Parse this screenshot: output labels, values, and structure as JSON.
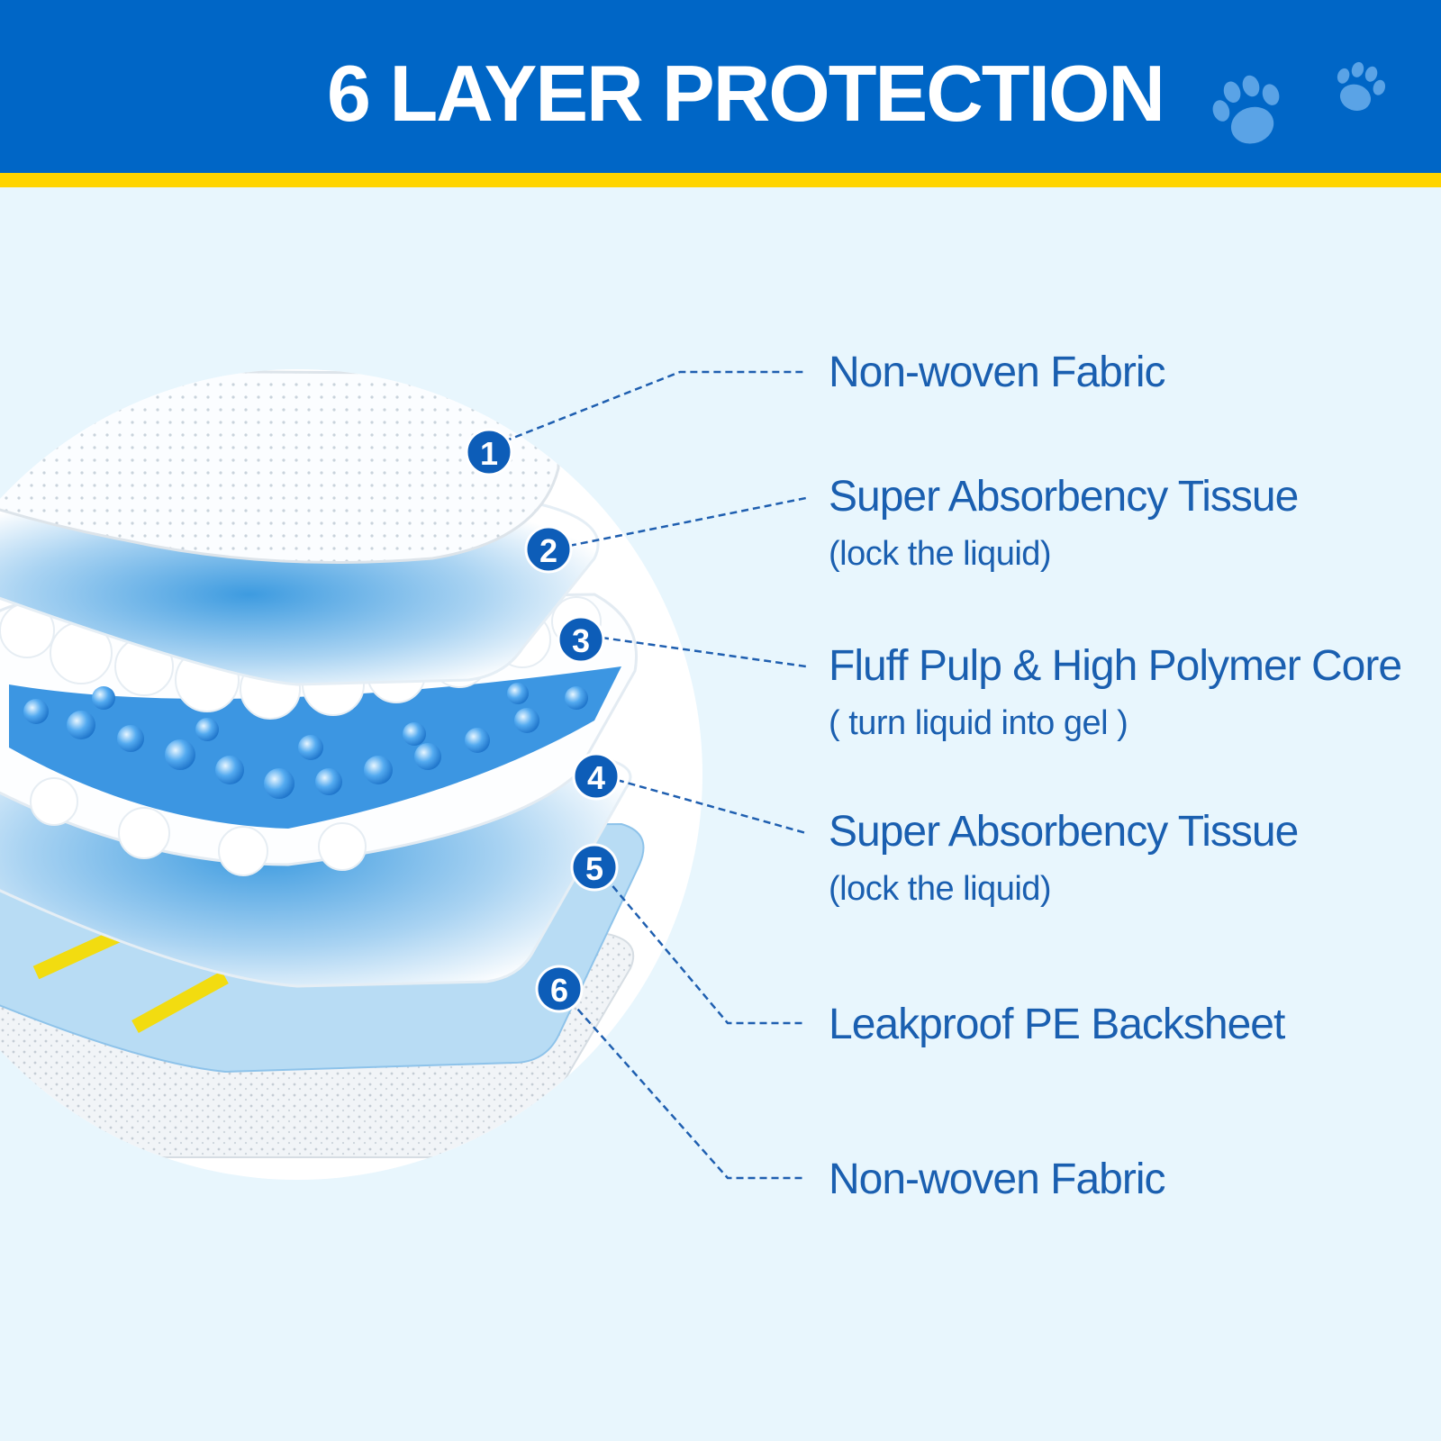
{
  "header": {
    "title": "6 LAYER PROTECTION",
    "background_color": "#0066c6",
    "stripe_color": "#ffd400",
    "icons": [
      "paw-icon",
      "paw-icon"
    ]
  },
  "layers": [
    {
      "number": "1",
      "label": "Non-woven Fabric",
      "note": ""
    },
    {
      "number": "2",
      "label": "Super Absorbency Tissue",
      "note": "(lock the liquid)"
    },
    {
      "number": "3",
      "label": "Fluff Pulp & High Polymer Core",
      "note": "( turn liquid into gel )"
    },
    {
      "number": "4",
      "label": "Super Absorbency Tissue",
      "note": "(lock the liquid)"
    },
    {
      "number": "5",
      "label": "Leakproof PE Backsheet",
      "note": ""
    },
    {
      "number": "6",
      "label": "Non-woven Fabric",
      "note": ""
    }
  ],
  "colors": {
    "accent": "#0d5db8",
    "text": "#1a5fb0",
    "background": "#e8f6fd"
  }
}
